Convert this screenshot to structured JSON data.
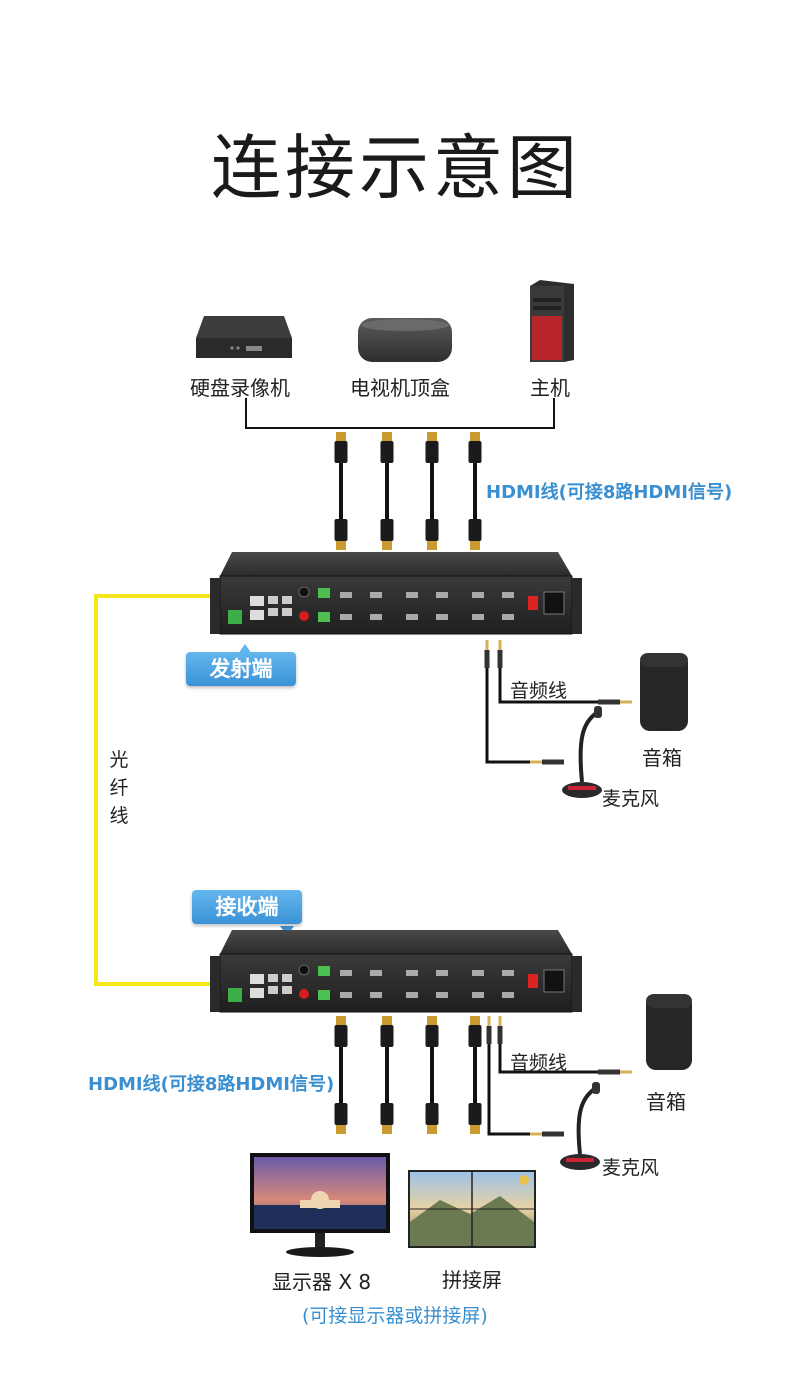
{
  "title": "连接示意图",
  "sources": {
    "dvr": "硬盘录像机",
    "tvbox": "电视机顶盒",
    "pc": "主机"
  },
  "hdmi_top": "HDMI线(可接8路HDMI信号)",
  "hdmi_bottom": "HDMI线(可接8路HDMI信号)",
  "transmitter": "发射端",
  "receiver": "接收端",
  "fiber": [
    "光",
    "纤",
    "线"
  ],
  "audio_top": {
    "cable": "音频线",
    "speaker": "音箱",
    "mic": "麦克风"
  },
  "audio_bottom": {
    "cable": "音频线",
    "speaker": "音箱",
    "mic": "麦克风"
  },
  "outputs": {
    "monitor": "显示器 X 8",
    "videowall": "拼接屏",
    "note": "(可接显示器或拼接屏)"
  },
  "colors": {
    "fiber": "#f5e61c",
    "accent": "#3a8fd0"
  }
}
